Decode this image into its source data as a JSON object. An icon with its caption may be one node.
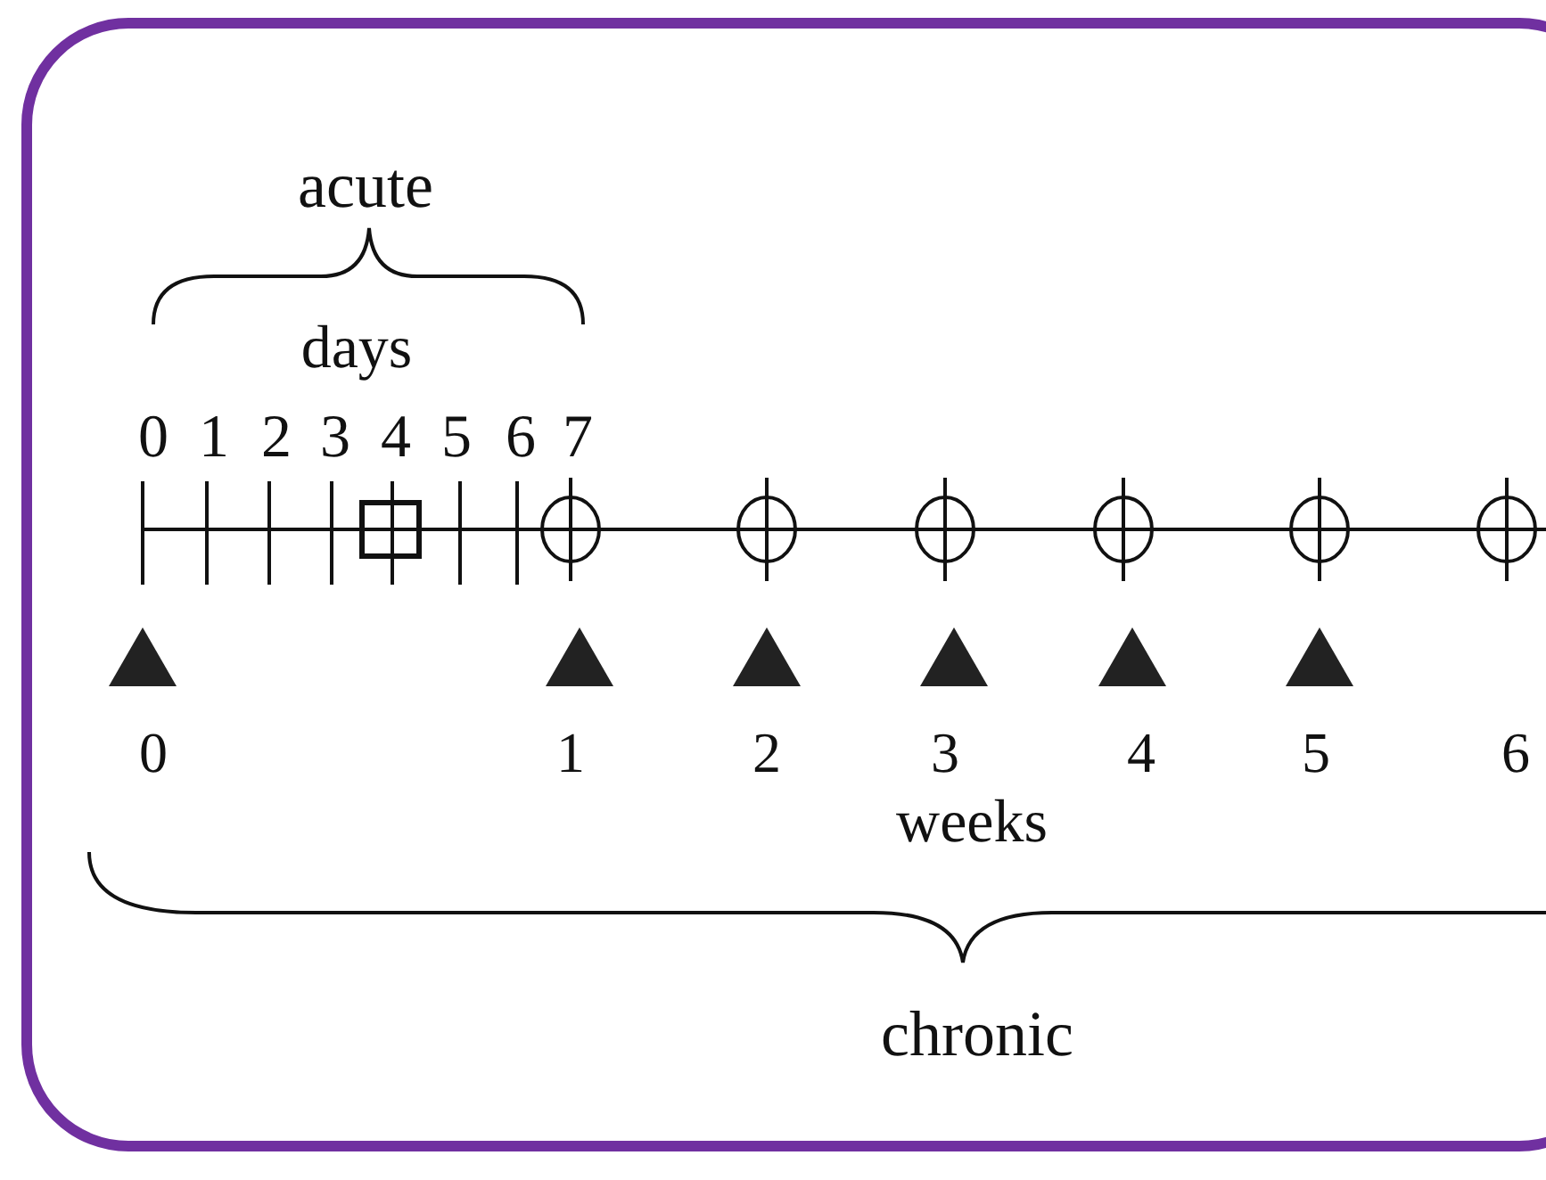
{
  "diagram": {
    "labels": [
      "acute",
      "days",
      "0",
      "1",
      "2",
      "3",
      "4",
      "5",
      "6",
      "7",
      "0",
      "1",
      "2",
      "3",
      "4",
      "5",
      "6",
      "weeks",
      "chronic"
    ]
  }
}
